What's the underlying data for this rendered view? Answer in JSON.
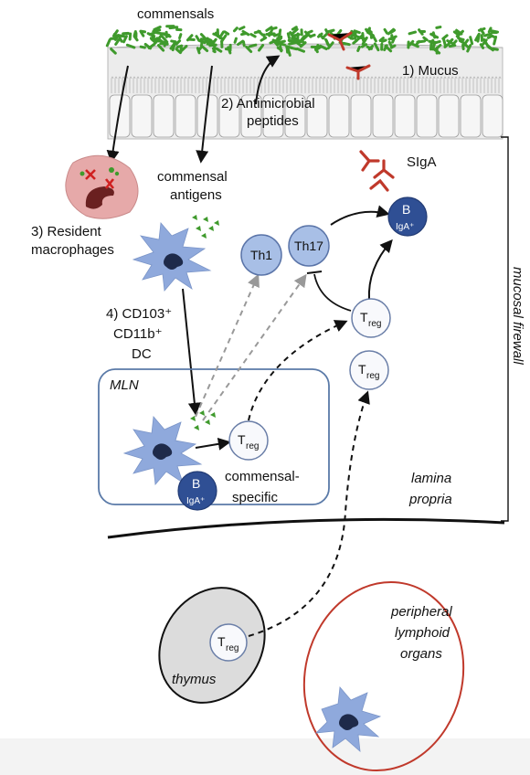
{
  "labels": {
    "commensals": "commensals",
    "mucus": "1) Mucus",
    "amp_line1": "2) Antimicrobial",
    "amp_line2": "peptides",
    "siga": "SIgA",
    "commensal_antigens_line1": "commensal",
    "commensal_antigens_line2": "antigens",
    "resident_macrophages_line1": "3) Resident",
    "resident_macrophages_line2": "macrophages",
    "dc_line1": "4) CD103⁺",
    "dc_line2": "CD11b⁺",
    "dc_line3": "DC",
    "mln": "MLN",
    "commensal_specific_line1": "commensal-",
    "commensal_specific_line2": "specific",
    "lamina_propria_line1": "lamina",
    "lamina_propria_line2": "propria",
    "mucosal_firewall": "mucosal firewall",
    "thymus": "thymus",
    "peripheral_line1": "peripheral",
    "peripheral_line2": "lymphoid",
    "peripheral_line3": "organs"
  },
  "cells": {
    "th1": "Th1",
    "th17": "Th17",
    "treg_main": "T",
    "treg_sub": "reg",
    "b_main": "B",
    "b_sub": "IgA⁺"
  },
  "colors": {
    "bacteria": "#3f9a2c",
    "epithelium": "#e6e6e6",
    "dc_blue": "#8fa9dc",
    "th_fill": "#a8bfe6",
    "b_cell": "#2f4f94",
    "macrophage": "#e3a7a7",
    "mln_border": "#5a7aa8",
    "peripheral_border": "#c0392b",
    "iga": "#c0392b"
  }
}
